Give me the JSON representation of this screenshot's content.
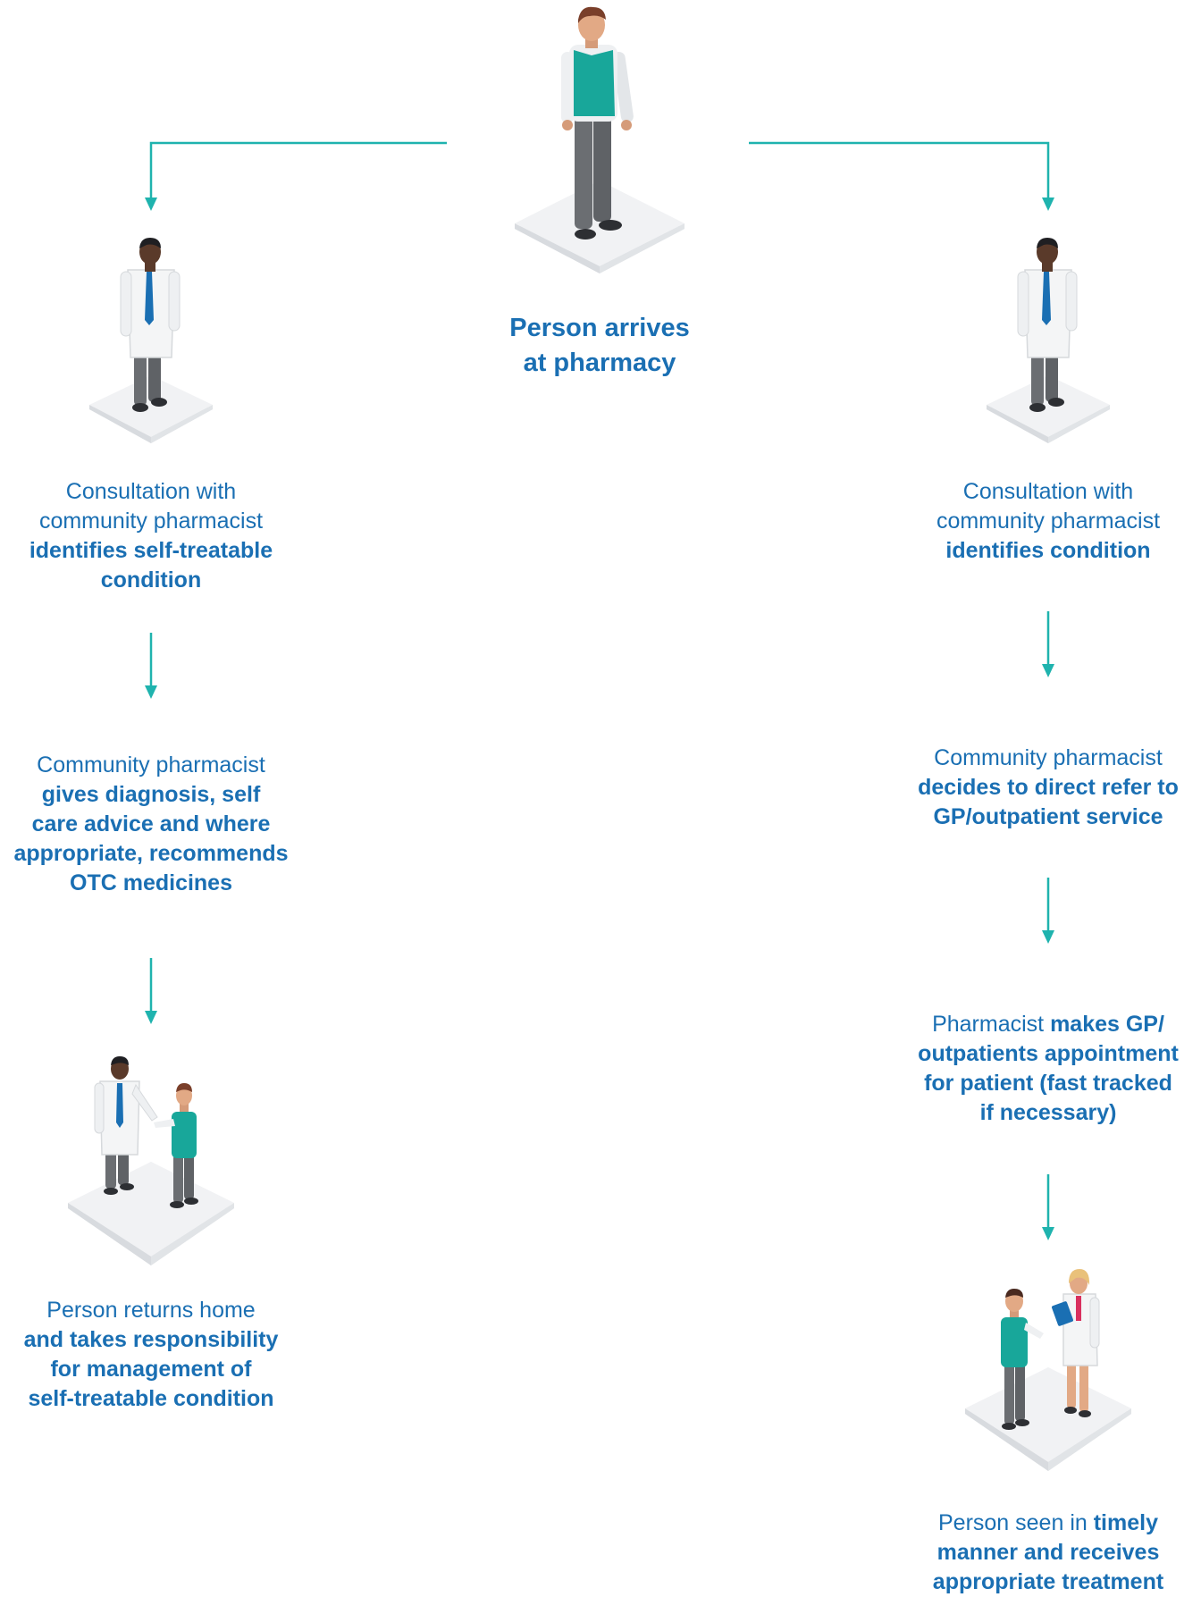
{
  "start": {
    "title_line1": "Person arrives",
    "title_line2": "at pharmacy"
  },
  "left": {
    "step1": {
      "lines": [
        [
          {
            "t": "Consultation with",
            "b": false
          }
        ],
        [
          {
            "t": "community pharmacist",
            "b": false
          }
        ],
        [
          {
            "t": "identifies self-treatable",
            "b": true
          }
        ],
        [
          {
            "t": "condition",
            "b": true
          }
        ]
      ]
    },
    "step2": {
      "lines": [
        [
          {
            "t": "Community pharmacist",
            "b": false
          }
        ],
        [
          {
            "t": "gives diagnosis, self",
            "b": true
          }
        ],
        [
          {
            "t": "care advice and where",
            "b": true
          }
        ],
        [
          {
            "t": "appropriate, recommends",
            "b": true
          }
        ],
        [
          {
            "t": "OTC medicines",
            "b": true
          }
        ]
      ]
    },
    "step3": {
      "lines": [
        [
          {
            "t": "Person returns home",
            "b": false
          }
        ],
        [
          {
            "t": "and takes responsibility",
            "b": true
          }
        ],
        [
          {
            "t": "for management of",
            "b": true
          }
        ],
        [
          {
            "t": "self-treatable condition",
            "b": true
          }
        ]
      ]
    }
  },
  "right": {
    "step1": {
      "lines": [
        [
          {
            "t": "Consultation with",
            "b": false
          }
        ],
        [
          {
            "t": "community pharmacist",
            "b": false
          }
        ],
        [
          {
            "t": "identifies condition",
            "b": true
          }
        ]
      ]
    },
    "step2": {
      "lines": [
        [
          {
            "t": "Community pharmacist",
            "b": false
          }
        ],
        [
          {
            "t": "decides to direct refer to",
            "b": true
          }
        ],
        [
          {
            "t": "GP/outpatient service",
            "b": true
          }
        ]
      ]
    },
    "step3": {
      "lines": [
        [
          {
            "t": "Pharmacist ",
            "b": false
          },
          {
            "t": "makes GP/",
            "b": true
          }
        ],
        [
          {
            "t": "outpatients appointment",
            "b": true
          }
        ],
        [
          {
            "t": "for patient (fast tracked",
            "b": true
          }
        ],
        [
          {
            "t": "if necessary)",
            "b": true
          }
        ]
      ]
    },
    "step4": {
      "lines": [
        [
          {
            "t": "Person seen in ",
            "b": false
          },
          {
            "t": "timely",
            "b": true
          }
        ],
        [
          {
            "t": "manner and receives",
            "b": true
          }
        ],
        [
          {
            "t": "appropriate treatment",
            "b": true
          }
        ]
      ]
    }
  },
  "colors": {
    "accent": "#1fb3ae",
    "text": "#1a6fb3",
    "platform": "#eceef0",
    "vest": "#18a79a",
    "coat": "#f4f5f6",
    "tie": "#1a6fb3",
    "trousers": "#6b6e72"
  }
}
